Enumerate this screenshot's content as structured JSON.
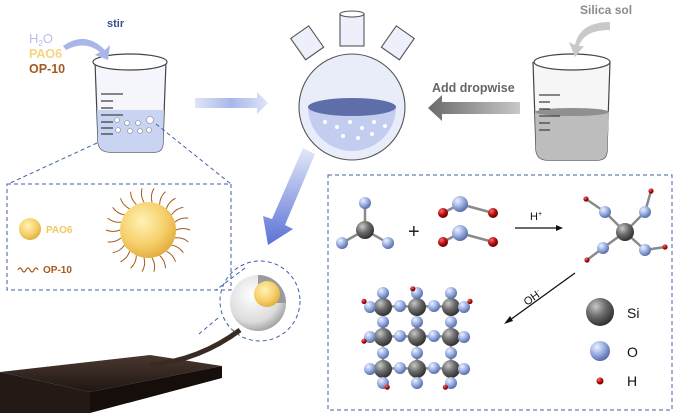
{
  "top": {
    "stir_label": "stir",
    "ingredients": {
      "water": "H",
      "water_sub": "2",
      "water_tail": "O",
      "pao6": "PAO6",
      "op10": "OP-10"
    },
    "add_dropwise_label": "Add dropwise",
    "silica_sol_label": "Silica sol"
  },
  "micelle_box": {
    "pao6_label": "PAO6",
    "op10_label": "OP-10"
  },
  "reaction_box": {
    "acid_label": "H",
    "acid_sup": "+",
    "base_label": "OH",
    "base_sup": "-",
    "plus_sign": "+",
    "legend": [
      {
        "label": "Si",
        "color": "#6b6b6b"
      },
      {
        "label": "O",
        "color": "#9fb4e6"
      },
      {
        "label": "H",
        "color": "#b00d0d"
      }
    ]
  },
  "colors": {
    "water": "#a9b6ea",
    "pao6": "#f6cf6a",
    "op10": "#a45a1e",
    "stir": "#3d4f8f",
    "arrow_blue": "#8fa2e0",
    "sheet": "#3b2a24"
  }
}
